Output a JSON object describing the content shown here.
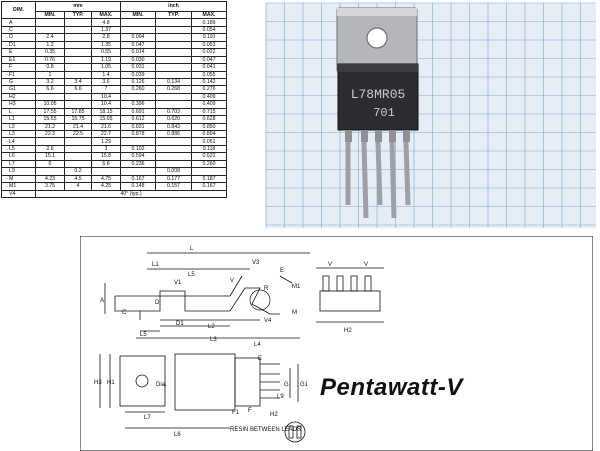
{
  "table": {
    "headers": {
      "dim": "DIM.",
      "mm": "mm",
      "inch": "inch",
      "cols": [
        "MIN.",
        "TYP.",
        "MAX.",
        "MIN.",
        "TYP.",
        "MAX."
      ]
    },
    "rows": [
      [
        "A",
        "",
        "",
        "4.8",
        "",
        "",
        "0.189"
      ],
      [
        "C",
        "",
        "",
        "1.37",
        "",
        "",
        "0.054"
      ],
      [
        "D",
        "2.4",
        "",
        "2.8",
        "0.094",
        "",
        "0.110"
      ],
      [
        "D1",
        "1.2",
        "",
        "1.35",
        "0.047",
        "",
        "0.053"
      ],
      [
        "E",
        "0.35",
        "",
        "0.55",
        "0.014",
        "",
        "0.022"
      ],
      [
        "E1",
        "0.76",
        "",
        "1.19",
        "0.030",
        "",
        "0.047"
      ],
      [
        "F",
        "0.8",
        "",
        "1.05",
        "0.031",
        "",
        "0.041"
      ],
      [
        "F1",
        "1",
        "",
        "1.4",
        "0.039",
        "",
        "0.055"
      ],
      [
        "G",
        "3.2",
        "3.4",
        "3.6",
        "0.126",
        "0.134",
        "0.142"
      ],
      [
        "G1",
        "6.6",
        "6.6",
        "7",
        "0.260",
        "0.268",
        "0.276"
      ],
      [
        "H2",
        "",
        "",
        "10.4",
        "",
        "",
        "0.409"
      ],
      [
        "H3",
        "10.05",
        "",
        "10.4",
        "0.396",
        "",
        "0.409"
      ],
      [
        "L",
        "17.55",
        "17.85",
        "18.15",
        "0.691",
        "0.703",
        "0.715"
      ],
      [
        "L1",
        "15.55",
        "15.75",
        "15.95",
        "0.612",
        "0.620",
        "0.628"
      ],
      [
        "L2",
        "21.2",
        "21.4",
        "21.6",
        "0.831",
        "0.843",
        "0.850"
      ],
      [
        "L3",
        "22.3",
        "22.5",
        "22.7",
        "0.878",
        "0.886",
        "0.894"
      ],
      [
        "L4",
        "",
        "",
        "1.29",
        "",
        "",
        "0.051"
      ],
      [
        "L5",
        "2.6",
        "",
        "3",
        "0.102",
        "",
        "0.118"
      ],
      [
        "L6",
        "15.1",
        "",
        "15.8",
        "0.594",
        "",
        "0.622"
      ],
      [
        "L7",
        "6",
        "",
        "6.6",
        "0.236",
        "",
        "0.260"
      ],
      [
        "L9",
        "",
        "0.2",
        "",
        "",
        "0.008",
        ""
      ],
      [
        "M",
        "4.23",
        "4.5",
        "4.75",
        "0.167",
        "0.177",
        "0.187"
      ],
      [
        "M1",
        "3.75",
        "4",
        "4.25",
        "0.148",
        "0.157",
        "0.167"
      ],
      [
        "V4",
        "40° (typ.)"
      ]
    ]
  },
  "photo": {
    "marking_line1": "L78MR05",
    "marking_line2": "701"
  },
  "package_name": "Pentawatt-V",
  "drawing_labels": {
    "L": "L",
    "L1": "L1",
    "L5": "L5",
    "L2": "L2",
    "L3": "L3",
    "L4": "L4",
    "L6": "L6",
    "L7": "L7",
    "L9": "L9",
    "A": "A",
    "C": "C",
    "D": "D",
    "D1": "D1",
    "E": "E",
    "F": "F",
    "F1": "F1",
    "G": "G",
    "G1": "G1",
    "H2": "H2",
    "H3": "H3",
    "H1": "H1",
    "M": "M",
    "M1": "M1",
    "R": "R",
    "V": "V",
    "V1": "V1",
    "V3": "V3",
    "V4": "V4",
    "dia": "Dia.",
    "resin_note": "RESIN BETWEEN LEADS"
  },
  "colors": {
    "ink": "#111111",
    "grid_blue": "#7ea7d8",
    "photo_bg": "#e7edf5",
    "metal": "#b9bbbf",
    "body": "#2b2b2e"
  }
}
